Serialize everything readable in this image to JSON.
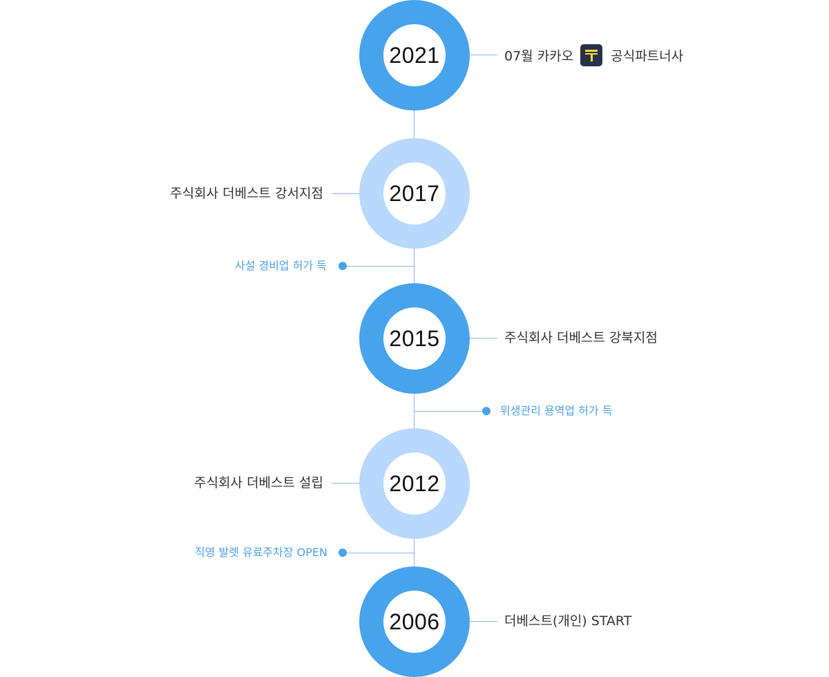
{
  "timeline": [
    {
      "year": "2021",
      "label": "07월 카카오",
      "label_suffix": "공식파트너사"
    },
    {
      "year": "2017",
      "label": "주식회사 더베스트 강서지점"
    },
    {
      "year": "2015",
      "label": "주식회사 더베스트 강북지점"
    },
    {
      "year": "2012",
      "label": "주식회사 더베스트 설립"
    },
    {
      "year": "2006",
      "label": "더베스트(개인) START"
    }
  ],
  "notes": [
    {
      "text": "사설 경비업 허가 득"
    },
    {
      "text": "위생관리 용역업 허가 득"
    },
    {
      "text": "직영 발렛 유료주차장 OPEN"
    }
  ],
  "colors": {
    "circle_dark": "#47a3ec",
    "circle_light": "#b8d8fd",
    "line": "#8ab8e8",
    "note_text": "#4aa0e8",
    "logo_bg": "#27324a",
    "logo_fg": "#ffd83a"
  },
  "icons": {
    "kakao_t_logo": "kakao-t-logo-icon"
  }
}
